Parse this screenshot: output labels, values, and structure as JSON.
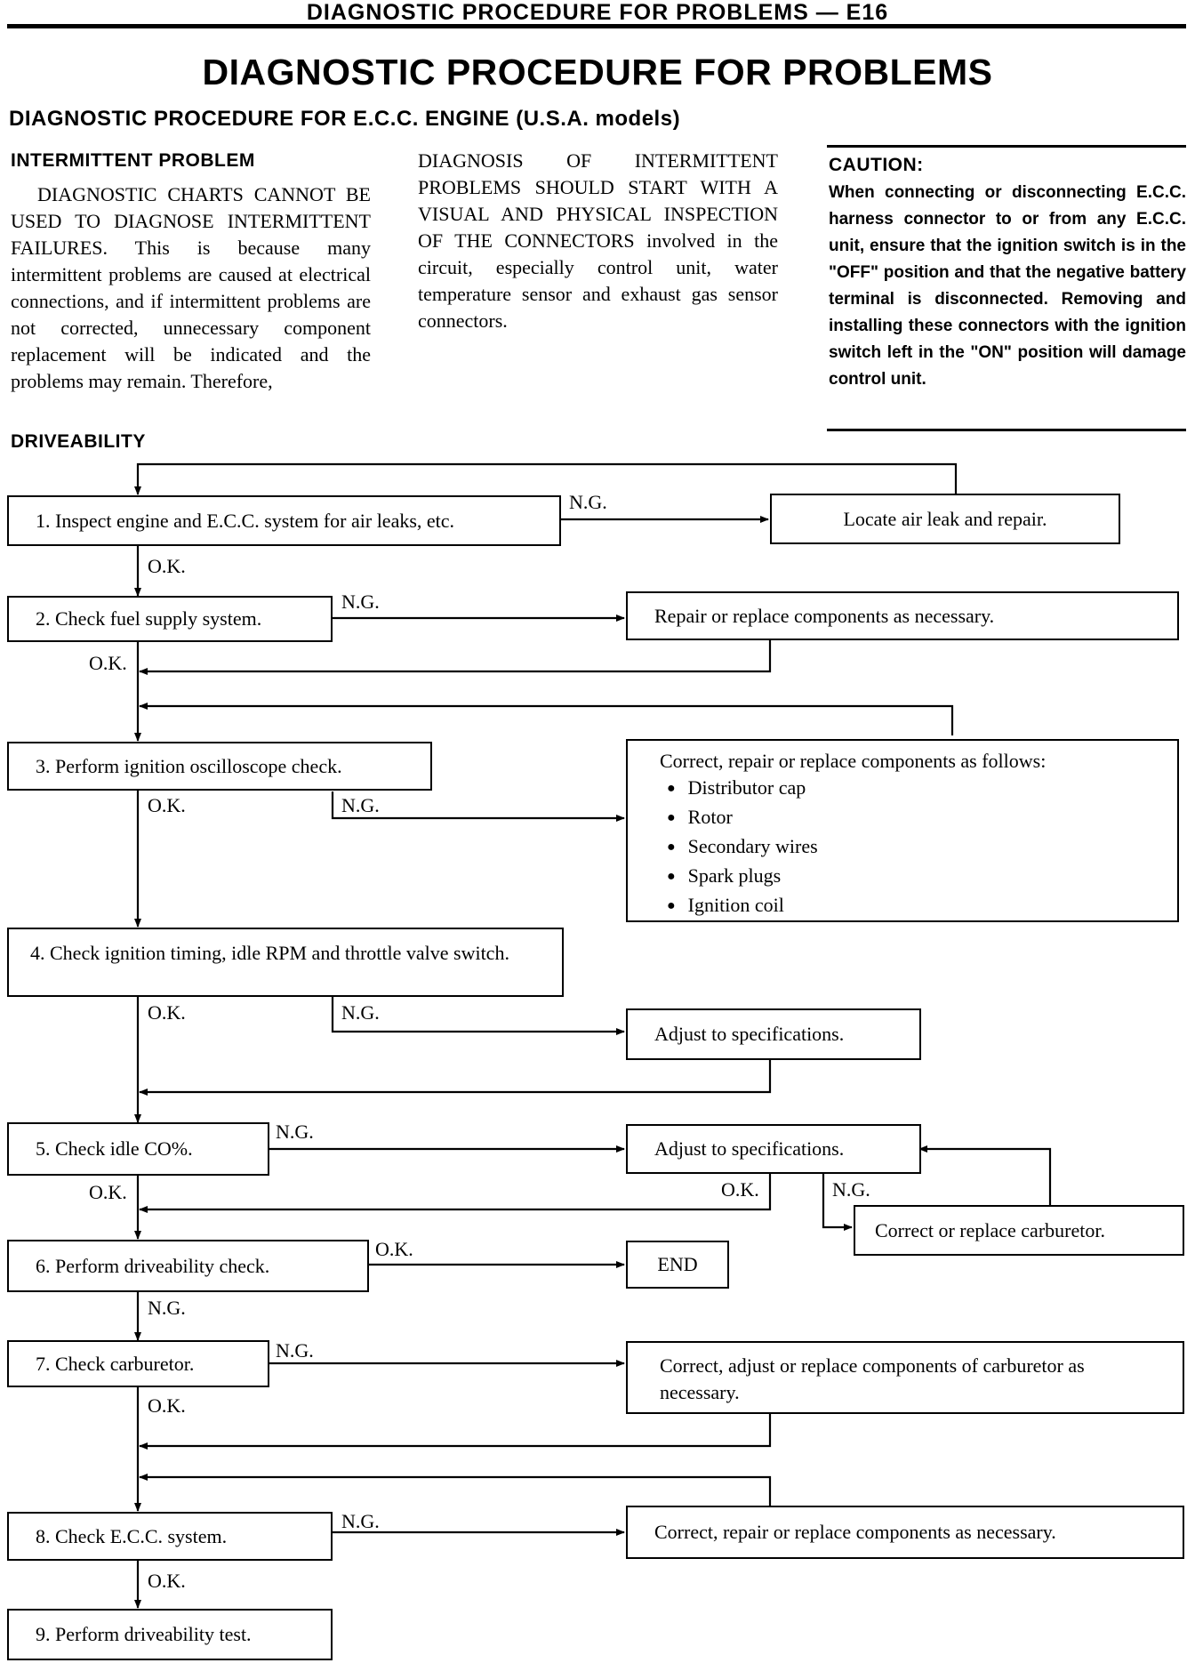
{
  "header": {
    "running_title": "DIAGNOSTIC PROCEDURE FOR PROBLEMS — E16",
    "main_title": "DIAGNOSTIC PROCEDURE FOR PROBLEMS",
    "subtitle": "DIAGNOSTIC PROCEDURE FOR E.C.C. ENGINE (U.S.A. models)"
  },
  "intermittent": {
    "heading": "INTERMITTENT PROBLEM",
    "col1_caps": "DIAGNOSTIC CHARTS CANNOT BE USED TO DIAGNOSE INTERMITTENT FAILURES.",
    "col1_rest": "This is because many intermittent problems are caused at electrical connections, and if intermittent problems are not corrected, unnecessary component replacement will be indicated and the problems may remain. Therefore,",
    "col2_caps": "DIAGNOSIS OF INTERMITTENT PROBLEMS SHOULD START WITH A VISUAL AND PHYSICAL INSPECTION OF THE CONNECTORS",
    "col2_rest": "involved in the circuit, especially control unit, water temperature sensor and exhaust gas sensor connectors."
  },
  "caution": {
    "title": "CAUTION:",
    "text": "When connecting or disconnecting E.C.C. harness connector to or from any E.C.C. unit, ensure that the ignition switch is in the \"OFF\" position and that the negative battery terminal is disconnected. Removing and installing these connectors with the ignition switch left in the \"ON\" position will damage control unit."
  },
  "driveability": {
    "heading": "DRIVEABILITY",
    "labels": {
      "ok": "O.K.",
      "ng": "N.G."
    },
    "steps": [
      "1. Inspect engine and E.C.C. system for air leaks, etc.",
      "2. Check fuel supply system.",
      "3. Perform ignition oscilloscope check.",
      "4. Check ignition timing, idle RPM and throttle valve switch.",
      "5. Check idle CO%.",
      "6. Perform driveability check.",
      "7. Check carburetor.",
      "8. Check E.C.C. system.",
      "9. Perform driveability test."
    ],
    "actions": {
      "a1": "Locate air leak and repair.",
      "a2": "Repair or replace components as necessary.",
      "a3_title": "Correct, repair or replace components as follows:",
      "a3_items": [
        "Distributor cap",
        "Rotor",
        "Secondary wires",
        "Spark plugs",
        "Ignition coil"
      ],
      "a4": "Adjust to specifications.",
      "a5": "Adjust to specifications.",
      "a5b": "Correct or replace carburetor.",
      "a6": "END",
      "a7": "Correct, adjust or replace components of carburetor as necessary.",
      "a8": "Correct, repair or replace components as necessary."
    }
  }
}
